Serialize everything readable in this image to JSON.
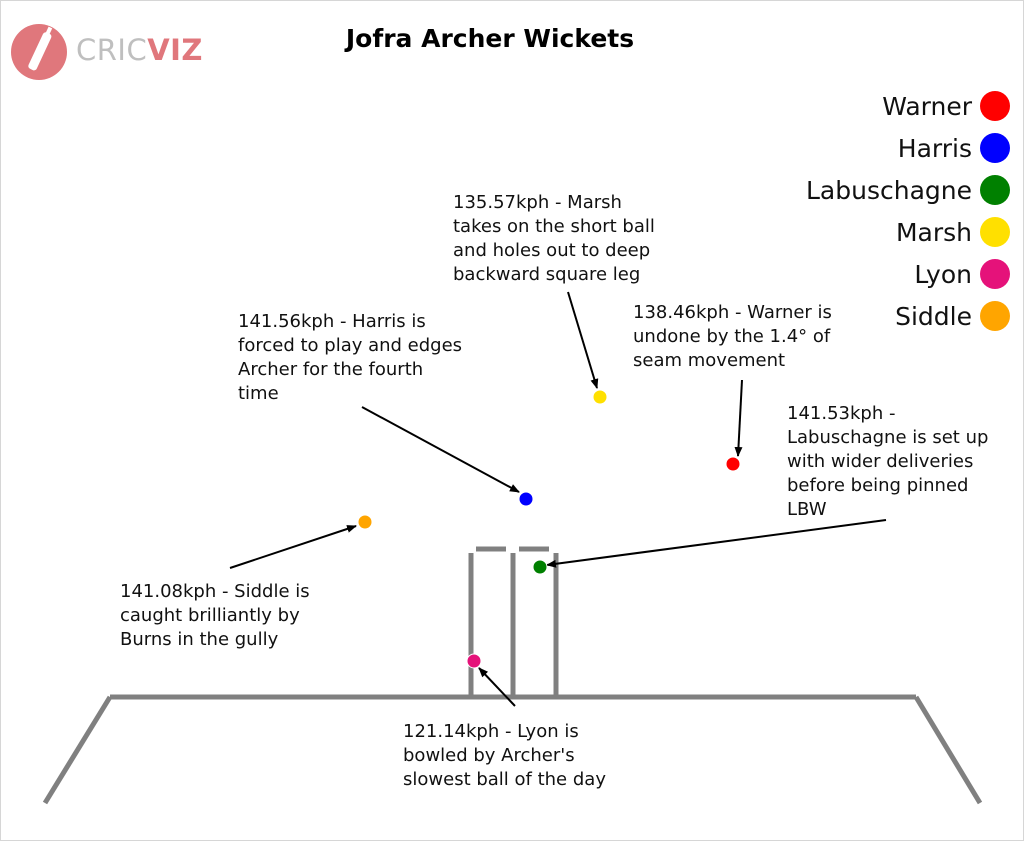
{
  "logo": {
    "brand_part1": "CRIC",
    "brand_part2": "VIZ"
  },
  "chart_data": {
    "type": "scatter",
    "title": "Jofra Archer Wickets",
    "legend_position": "top-right",
    "series": [
      {
        "name": "Warner",
        "color": "#ff0000",
        "speed_kph": 138.46,
        "annotation": "138.46kph - Warner is\nundone by the 1.4° of\nseam movement"
      },
      {
        "name": "Harris",
        "color": "#0000ff",
        "speed_kph": 141.56,
        "annotation": "141.56kph - Harris is\nforced to play and edges\nArcher for the fourth\ntime"
      },
      {
        "name": "Labuschagne",
        "color": "#008000",
        "speed_kph": 141.53,
        "annotation": "141.53kph -\nLabuschagne is set up\nwith wider deliveries\nbefore being pinned\nLBW"
      },
      {
        "name": "Marsh",
        "color": "#ffe000",
        "speed_kph": 135.57,
        "annotation": "135.57kph - Marsh\ntakes on the short ball\nand holes out to deep\nbackward square leg"
      },
      {
        "name": "Lyon",
        "color": "#e5127a",
        "speed_kph": 121.14,
        "annotation": "121.14kph - Lyon is\nbowled by Archer's\nslowest ball of the day"
      },
      {
        "name": "Siddle",
        "color": "#ffa500",
        "speed_kph": 141.08,
        "annotation": "141.08kph - Siddle is\ncaught brilliantly by\nBurns in the gully"
      }
    ]
  }
}
